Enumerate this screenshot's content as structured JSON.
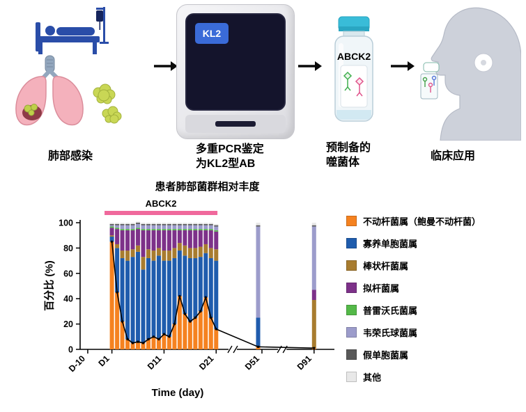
{
  "workflow": {
    "step1_label": "肺部感染",
    "step2_label_line1": "多重PCR鉴定",
    "step2_label_line2": "为KL2型AB",
    "machine_screen_text": "KL2",
    "step3_label_line1": "预制备的",
    "step3_label_line2": "噬菌体",
    "vial_label": "ABCK2",
    "step4_label": "临床应用"
  },
  "chart_data": {
    "type": "bar",
    "variant": "stacked-percent-with-line-overlay",
    "title": "患者肺部菌群相对丰度",
    "ylabel": "百分比 (%)",
    "xlabel": "Time (day)",
    "ylim": [
      0,
      100
    ],
    "yticks": [
      0,
      20,
      40,
      60,
      80,
      100
    ],
    "xticks": [
      {
        "label": "D-10",
        "u": 0.03
      },
      {
        "label": "D1",
        "u": 0.125
      },
      {
        "label": "D11",
        "u": 0.33
      },
      {
        "label": "D21",
        "u": 0.535
      },
      {
        "label": "D51",
        "u": 0.715
      },
      {
        "label": "D91",
        "u": 0.92
      }
    ],
    "axis_breaks_u": [
      0.6,
      0.795
    ],
    "treatment_bar": {
      "label": "ABCK2",
      "color": "#F0699C",
      "u1": 0.096,
      "u2": 0.54
    },
    "legend": [
      {
        "label": "不动杆菌属（鲍曼不动杆菌）",
        "color": "#F58220"
      },
      {
        "label": "寡养单胞菌属",
        "color": "#1F5CAD"
      },
      {
        "label": "棒状杆菌属",
        "color": "#A87C2F"
      },
      {
        "label": "拟杆菌属",
        "color": "#7D3189"
      },
      {
        "label": "普雷沃氏菌属",
        "color": "#54B948"
      },
      {
        "label": "韦荣氏球菌属",
        "color": "#9C9CCB"
      },
      {
        "label": "假单胞菌属",
        "color": "#595959"
      },
      {
        "label": "其他",
        "color": "#E8E8E8"
      }
    ],
    "overlay_line": {
      "series_index": 0,
      "color": "#000000"
    },
    "bars": [
      {
        "day": 1,
        "u": 0.125,
        "values": [
          85,
          4,
          1,
          6,
          1,
          1,
          1,
          1
        ]
      },
      {
        "day": 2,
        "u": 0.1455,
        "values": [
          45,
          35,
          3,
          12,
          1,
          2,
          1,
          1
        ]
      },
      {
        "day": 3,
        "u": 0.166,
        "values": [
          22,
          50,
          6,
          16,
          1,
          3,
          1,
          1
        ]
      },
      {
        "day": 4,
        "u": 0.1865,
        "values": [
          8,
          62,
          8,
          16,
          1,
          3,
          1,
          1
        ]
      },
      {
        "day": 5,
        "u": 0.207,
        "values": [
          5,
          68,
          6,
          15,
          1,
          3,
          1,
          1
        ]
      },
      {
        "day": 6,
        "u": 0.2275,
        "values": [
          6,
          71,
          5,
          13,
          1,
          3,
          1,
          1
        ]
      },
      {
        "day": 7,
        "u": 0.248,
        "values": [
          5,
          58,
          10,
          21,
          1,
          3,
          1,
          1
        ]
      },
      {
        "day": 8,
        "u": 0.2685,
        "values": [
          8,
          64,
          7,
          15,
          1,
          3,
          1,
          1
        ]
      },
      {
        "day": 9,
        "u": 0.289,
        "values": [
          10,
          60,
          8,
          16,
          1,
          3,
          1,
          1
        ]
      },
      {
        "day": 10,
        "u": 0.3095,
        "values": [
          8,
          66,
          6,
          14,
          1,
          3,
          1,
          1
        ]
      },
      {
        "day": 11,
        "u": 0.33,
        "values": [
          12,
          58,
          8,
          16,
          1,
          3,
          1,
          1
        ]
      },
      {
        "day": 12,
        "u": 0.3505,
        "values": [
          10,
          60,
          8,
          16,
          1,
          3,
          1,
          1
        ]
      },
      {
        "day": 13,
        "u": 0.371,
        "values": [
          20,
          52,
          8,
          14,
          1,
          3,
          1,
          1
        ]
      },
      {
        "day": 14,
        "u": 0.3915,
        "values": [
          42,
          36,
          6,
          10,
          1,
          3,
          1,
          1
        ]
      },
      {
        "day": 15,
        "u": 0.412,
        "values": [
          28,
          46,
          8,
          12,
          1,
          3,
          1,
          1
        ]
      },
      {
        "day": 16,
        "u": 0.4325,
        "values": [
          22,
          50,
          8,
          14,
          1,
          3,
          1,
          1
        ]
      },
      {
        "day": 17,
        "u": 0.453,
        "values": [
          25,
          47,
          8,
          14,
          1,
          3,
          1,
          1
        ]
      },
      {
        "day": 18,
        "u": 0.4735,
        "values": [
          30,
          43,
          8,
          13,
          1,
          3,
          1,
          1
        ]
      },
      {
        "day": 19,
        "u": 0.494,
        "values": [
          41,
          35,
          7,
          11,
          1,
          3,
          1,
          1
        ]
      },
      {
        "day": 20,
        "u": 0.5145,
        "values": [
          25,
          47,
          8,
          14,
          1,
          3,
          1,
          1
        ]
      },
      {
        "day": 21,
        "u": 0.535,
        "values": [
          16,
          54,
          9,
          14,
          1,
          3,
          1,
          1
        ]
      },
      {
        "day": 50,
        "u": 0.7,
        "values": [
          2,
          23,
          0,
          0,
          0,
          72,
          1,
          2
        ]
      },
      {
        "day": 91,
        "u": 0.92,
        "values": [
          1,
          0,
          38,
          8,
          0,
          50,
          1,
          2
        ]
      }
    ]
  }
}
